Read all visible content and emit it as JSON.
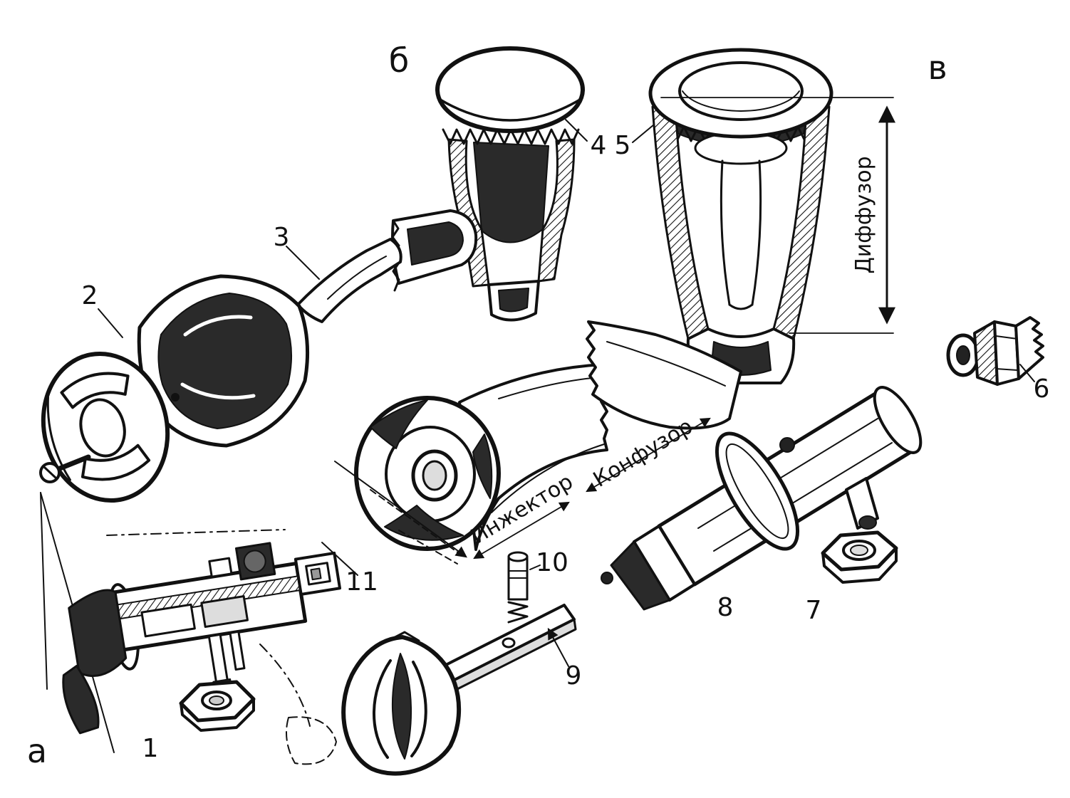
{
  "figure": {
    "description": "Exploded cross-section diagram of gas stove burner assemblies",
    "background_color": "#ffffff",
    "ink_color": "#111111"
  },
  "section_labels": {
    "a": "а",
    "b": "б",
    "v": "в"
  },
  "part_numbers": {
    "n1": "1",
    "n2": "2",
    "n3": "3",
    "n4": "4",
    "n5": "5",
    "n6": "6",
    "n7": "7",
    "n8": "8",
    "n9": "9",
    "n10": "10",
    "n11": "11"
  },
  "annotations": {
    "diffuser": "Диффузор",
    "injector": "Инжектор",
    "confuser": "Конфузор"
  }
}
